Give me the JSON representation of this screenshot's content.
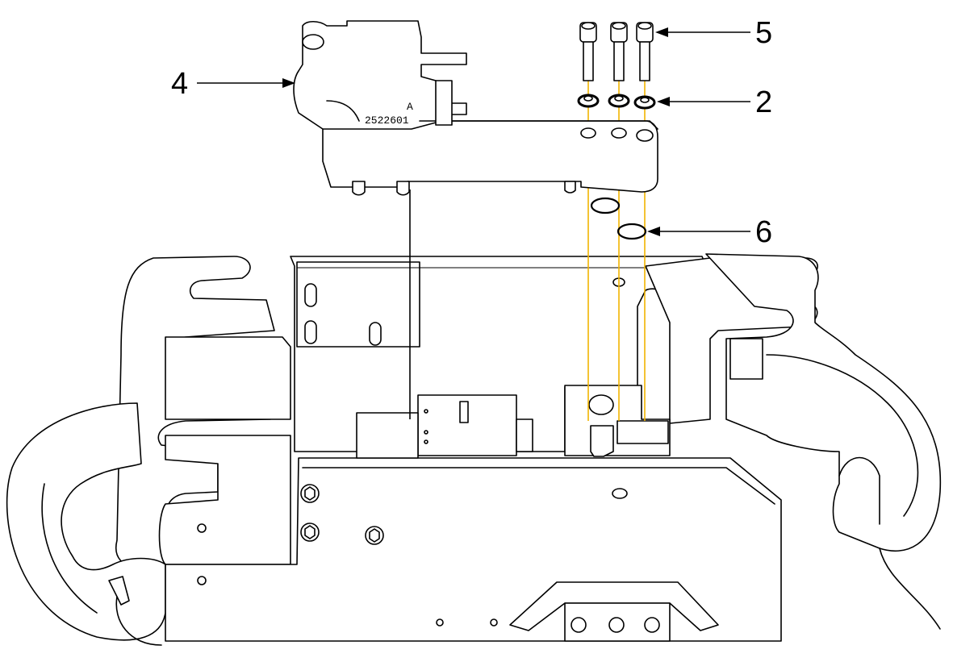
{
  "callouts": [
    {
      "id": "4",
      "label": "4"
    },
    {
      "id": "5",
      "label": "5"
    },
    {
      "id": "2",
      "label": "2"
    },
    {
      "id": "6",
      "label": "6"
    }
  ],
  "part_stamp": {
    "line1": "A",
    "line2": "2522601"
  },
  "colors": {
    "guide_lines": "#f2b400",
    "line_art": "#000000",
    "background": "#ffffff"
  }
}
